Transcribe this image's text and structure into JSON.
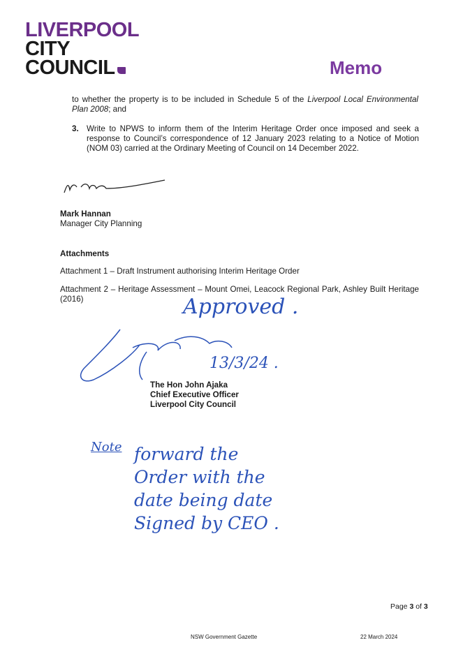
{
  "header": {
    "logo_line1": "LIVERPOOL",
    "logo_line2": "CITY",
    "logo_line3": "COUNCIL",
    "memo_label": "Memo"
  },
  "content": {
    "continuation_text_before": "to whether the property is to be included in Schedule 5 of the ",
    "continuation_text_italic": "Liverpool Local Environmental Plan 2008",
    "continuation_text_after": "; and",
    "item_number": "3.",
    "item_text": "Write to NPWS to inform them of the Interim Heritage Order once imposed and seek a response to Council’s correspondence of 12 January 2023 relating to a Notice of Motion (NOM 03) carried at the Ordinary Meeting of Council on 14 December 2022."
  },
  "signatory": {
    "name": "Mark Hannan",
    "title": "Manager City Planning"
  },
  "attachments": {
    "heading": "Attachments",
    "items": [
      "Attachment 1 – Draft Instrument authorising Interim Heritage Order",
      "Attachment 2 – Heritage Assessment – Mount Omei, Leacock Regional Park, Ashley Built Heritage (2016)"
    ]
  },
  "approval": {
    "handwritten_approved": "Approved .",
    "handwritten_date": "13/3/24 .",
    "name": "The Hon John Ajaka",
    "title": "Chief Executive Officer",
    "org": "Liverpool City Council"
  },
  "handwritten_note": {
    "label": "Note",
    "lines": [
      "forward the",
      "Order with the",
      "date being date",
      "Signed by CEO ."
    ]
  },
  "page": {
    "prefix": "Page ",
    "current": "3",
    "middle": " of ",
    "total": "3"
  },
  "footer": {
    "publication": "NSW Government Gazette",
    "date": "22 March 2024"
  },
  "colors": {
    "brand_purple": "#6b2f8a",
    "ink_blue": "#2b52b8"
  }
}
